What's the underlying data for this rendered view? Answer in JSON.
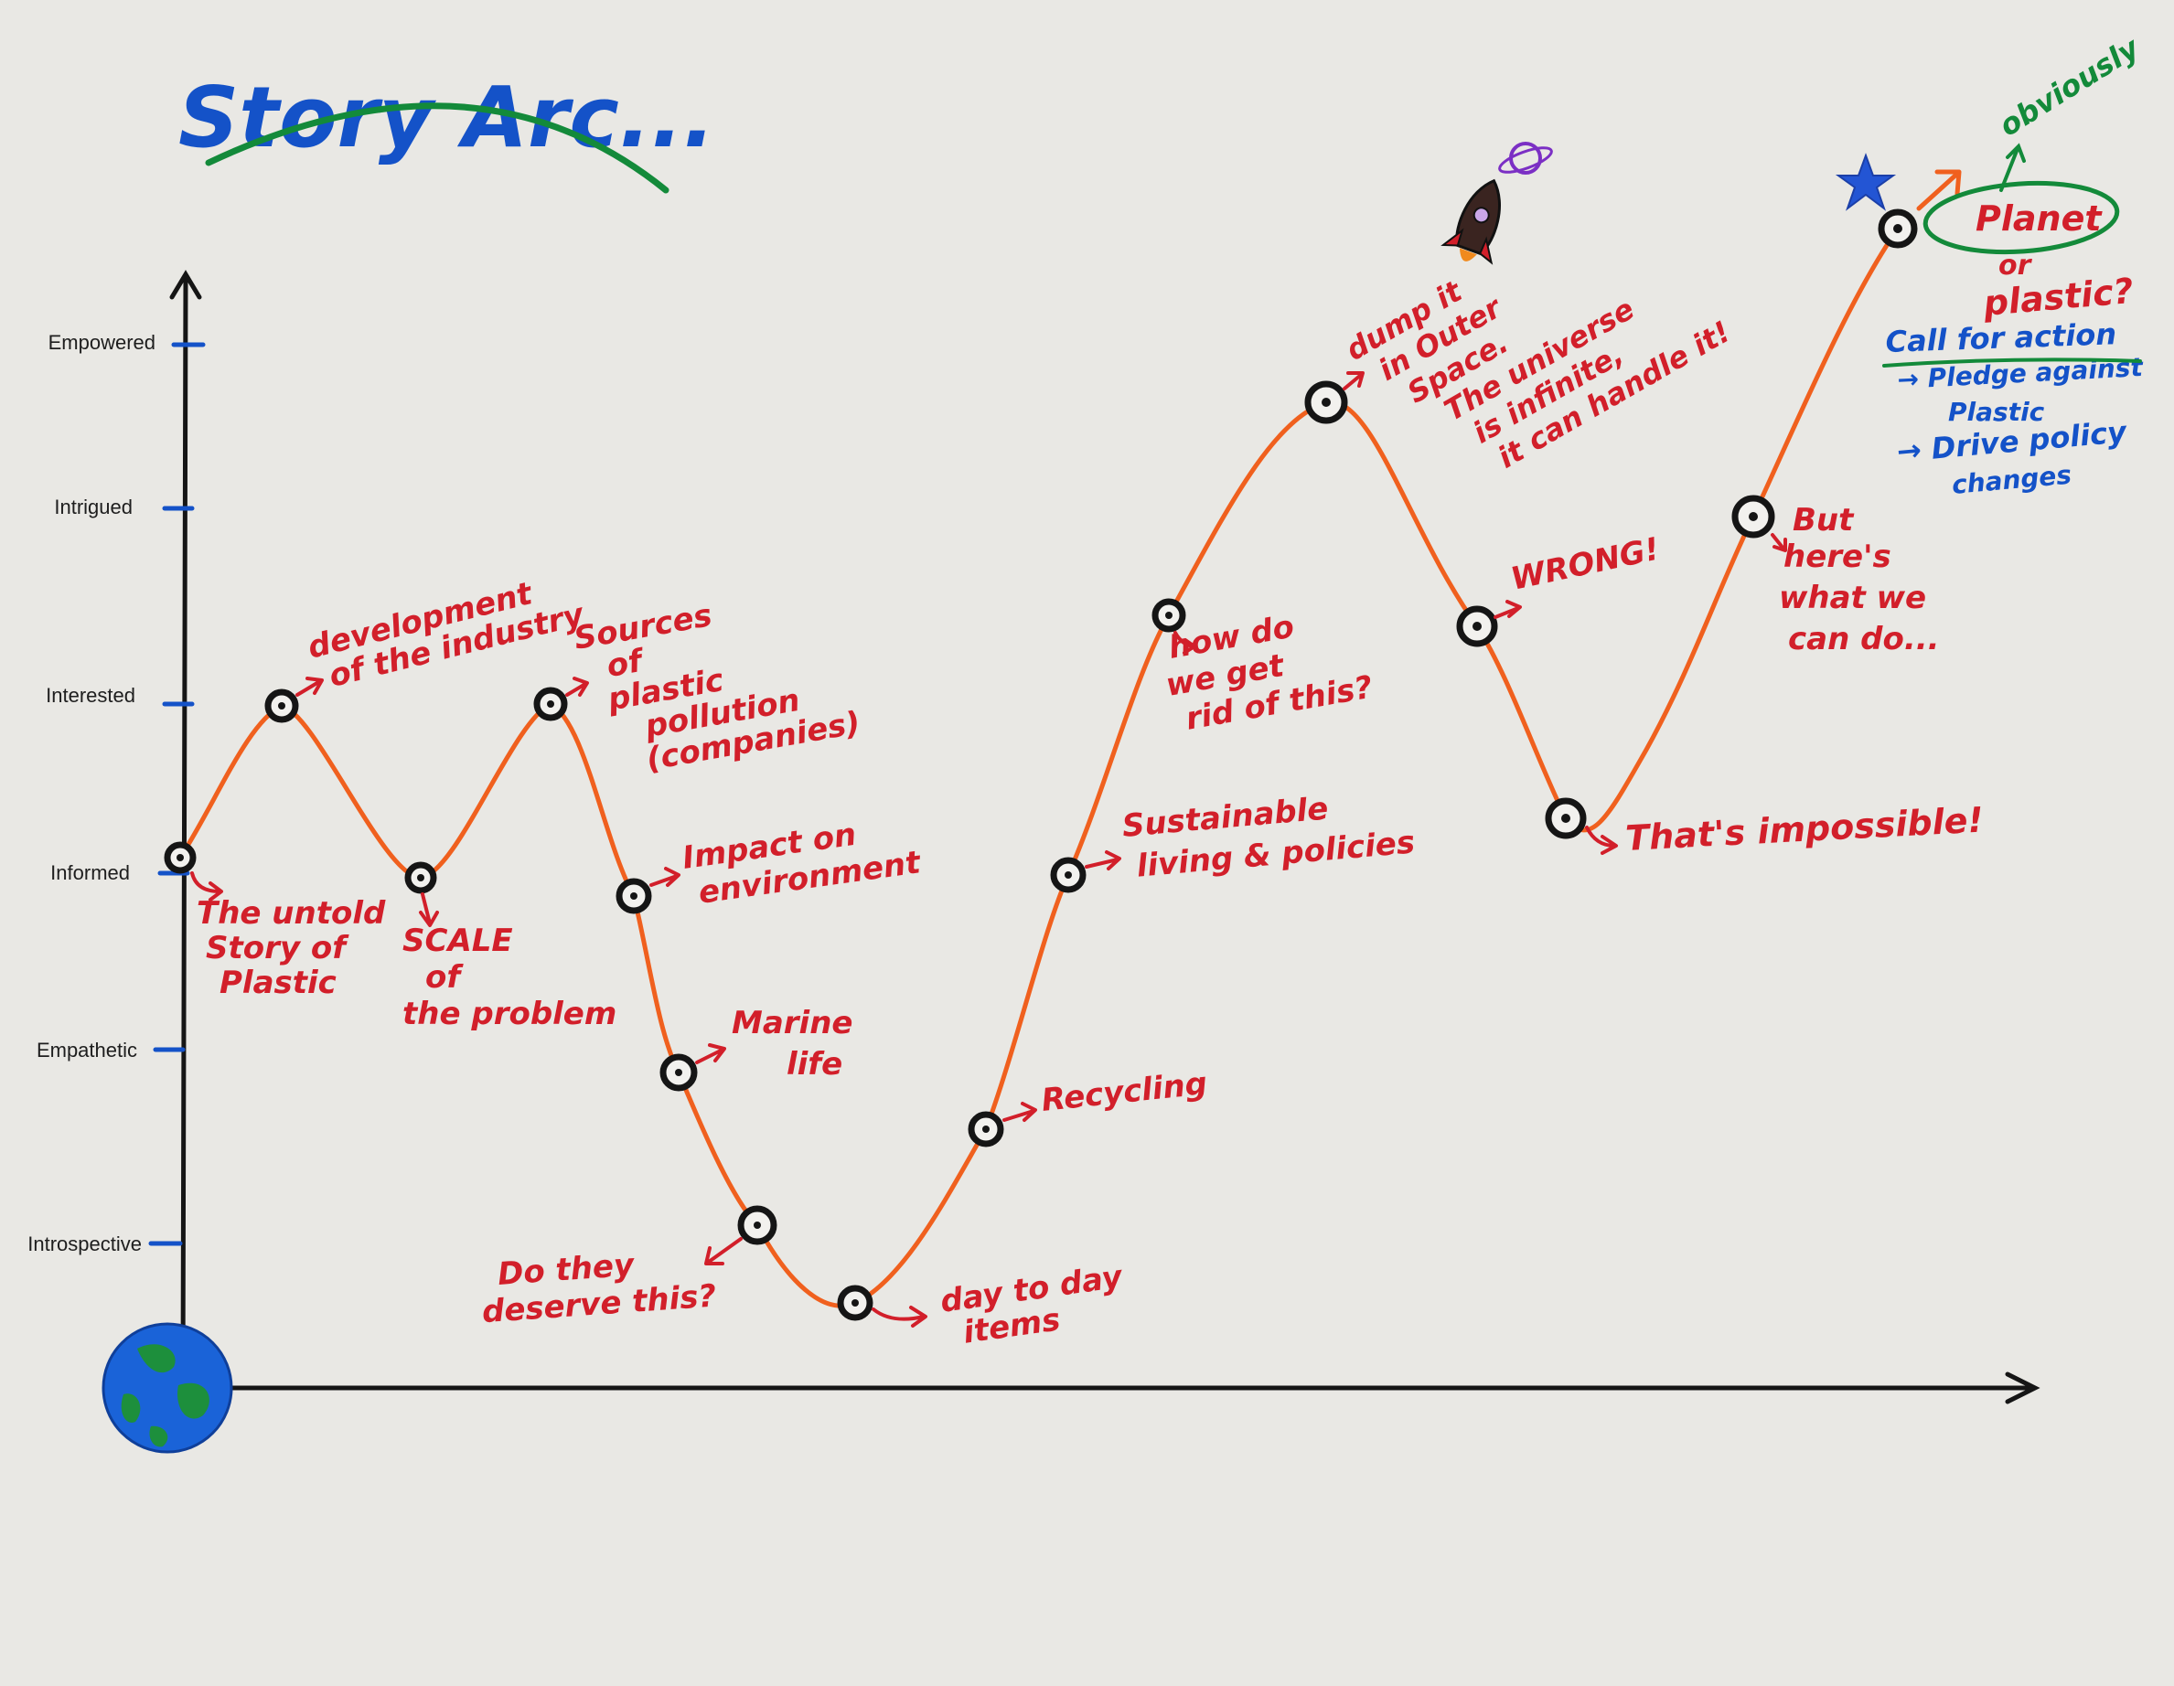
{
  "title": "Story Arc...",
  "y_axis_levels": [
    "Empowered",
    "Intrigued",
    "Interested",
    "Informed",
    "Empathetic",
    "Introspective"
  ],
  "colors": {
    "paper": "#e9e8e4",
    "ink_red": "#d21f2a",
    "ink_blue": "#1452c8",
    "ink_green": "#138a3a",
    "curve_orange": "#f0601e",
    "axis_black": "#151515"
  },
  "icons": [
    "earth-icon",
    "rocket-icon",
    "planet-icon",
    "star-icon"
  ],
  "arc_points": [
    {
      "level": "Informed",
      "label": [
        "The untold",
        "Story of",
        "Plastic"
      ]
    },
    {
      "level": "Interested",
      "label": [
        "development",
        "of the industry"
      ]
    },
    {
      "level": "Informed",
      "label": [
        "SCALE",
        "of",
        "the problem"
      ]
    },
    {
      "level": "Interested",
      "label": [
        "Sources",
        "of",
        "plastic",
        "pollution",
        "(companies)"
      ]
    },
    {
      "level": "Informed",
      "label": [
        "Impact on",
        "environment"
      ]
    },
    {
      "level": "Empathetic",
      "label": [
        "Marine",
        "life"
      ]
    },
    {
      "level": "Introspective",
      "label": [
        "Do they",
        "deserve this?"
      ]
    },
    {
      "level": "below Introspective",
      "label": [
        "day to day",
        "items"
      ]
    },
    {
      "level": "Empathetic",
      "label": [
        "Recycling"
      ]
    },
    {
      "level": "Informed",
      "label": [
        "Sustainable",
        "living & policies"
      ]
    },
    {
      "level": "between Interested and Intrigued",
      "label": [
        "how do",
        "we get",
        "rid of this?"
      ]
    },
    {
      "level": "Empowered",
      "label": [
        "dump it",
        "in Outer",
        "Space.",
        "The universe",
        "is infinite,",
        "it can handle it!"
      ]
    },
    {
      "level": "Interested",
      "label": [
        "WRONG!"
      ]
    },
    {
      "level": "Informed",
      "label": [
        "That's impossible!"
      ]
    },
    {
      "level": "Intrigued",
      "label": [
        "But",
        "here's",
        "what we",
        "can do..."
      ]
    },
    {
      "level": "above Empowered",
      "label": []
    }
  ],
  "finale": {
    "circled": "Planet",
    "rest": [
      "or",
      "plastic?"
    ],
    "aside": "obviously"
  },
  "call_to_action": {
    "title": "Call for action",
    "items": [
      "→ Pledge against",
      "Plastic",
      "→ Drive policy",
      "changes"
    ]
  }
}
